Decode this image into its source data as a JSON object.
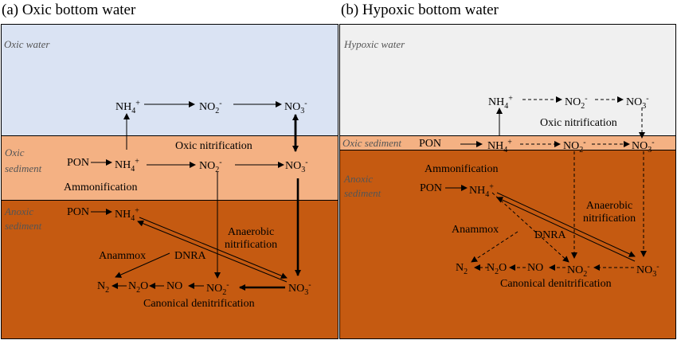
{
  "panel_a": {
    "title": "(a) Oxic bottom water",
    "zones": {
      "water": "Oxic water",
      "oxic_sed": "Oxic\nsediment",
      "anoxic_sed": "Anoxic\nsediment"
    },
    "water_row": {
      "nh4": "NH4+",
      "no2": "NO2-",
      "no3": "NO3-"
    },
    "oxic_row": {
      "pon": "PON",
      "nh4": "NH4+",
      "no2": "NO2-",
      "no3": "NO3-"
    },
    "anoxic": {
      "pon": "PON",
      "nh4": "NH4+",
      "n2": "N2",
      "n2o": "N2O",
      "no": "NO",
      "no2": "NO2-",
      "no3": "NO3-"
    },
    "processes": {
      "oxic_nitrification": "Oxic nitrification",
      "ammonification": "Ammonification",
      "anaerobic_nitrification": "Anaerobic\nnitrification",
      "anammox": "Anammox",
      "dnra": "DNRA",
      "canonical_denitrification": "Canonical denitrification"
    }
  },
  "panel_b": {
    "title": "(b) Hypoxic bottom water",
    "zones": {
      "water": "Hypoxic water",
      "oxic_sed": "Oxic sediment",
      "anoxic_sed": "Anoxic\nsediment"
    },
    "water_row": {
      "nh4": "NH4+",
      "no2": "NO2-",
      "no3": "NO3-"
    },
    "oxic_row": {
      "pon": "PON",
      "nh4": "NH4+",
      "no2": "NO2-",
      "no3": "NO3-"
    },
    "anoxic": {
      "pon": "PON",
      "nh4": "NH4+",
      "n2": "N2",
      "n2o": "N2O",
      "no": "NO",
      "no2": "NO2-",
      "no3": "NO3-"
    },
    "processes": {
      "oxic_nitrification": "Oxic nitrification",
      "ammonification": "Ammonification",
      "anaerobic_nitrification": "Anaerobic\nnitrification",
      "anammox": "Anammox",
      "dnra": "DNRA",
      "canonical_denitrification": "Canonical denitrification"
    }
  },
  "colors": {
    "oxic_water": "#dae3f3",
    "hypoxic_water": "#f0f0f0",
    "oxic_sediment": "#f4b183",
    "anoxic_sediment": "#c55a11"
  }
}
